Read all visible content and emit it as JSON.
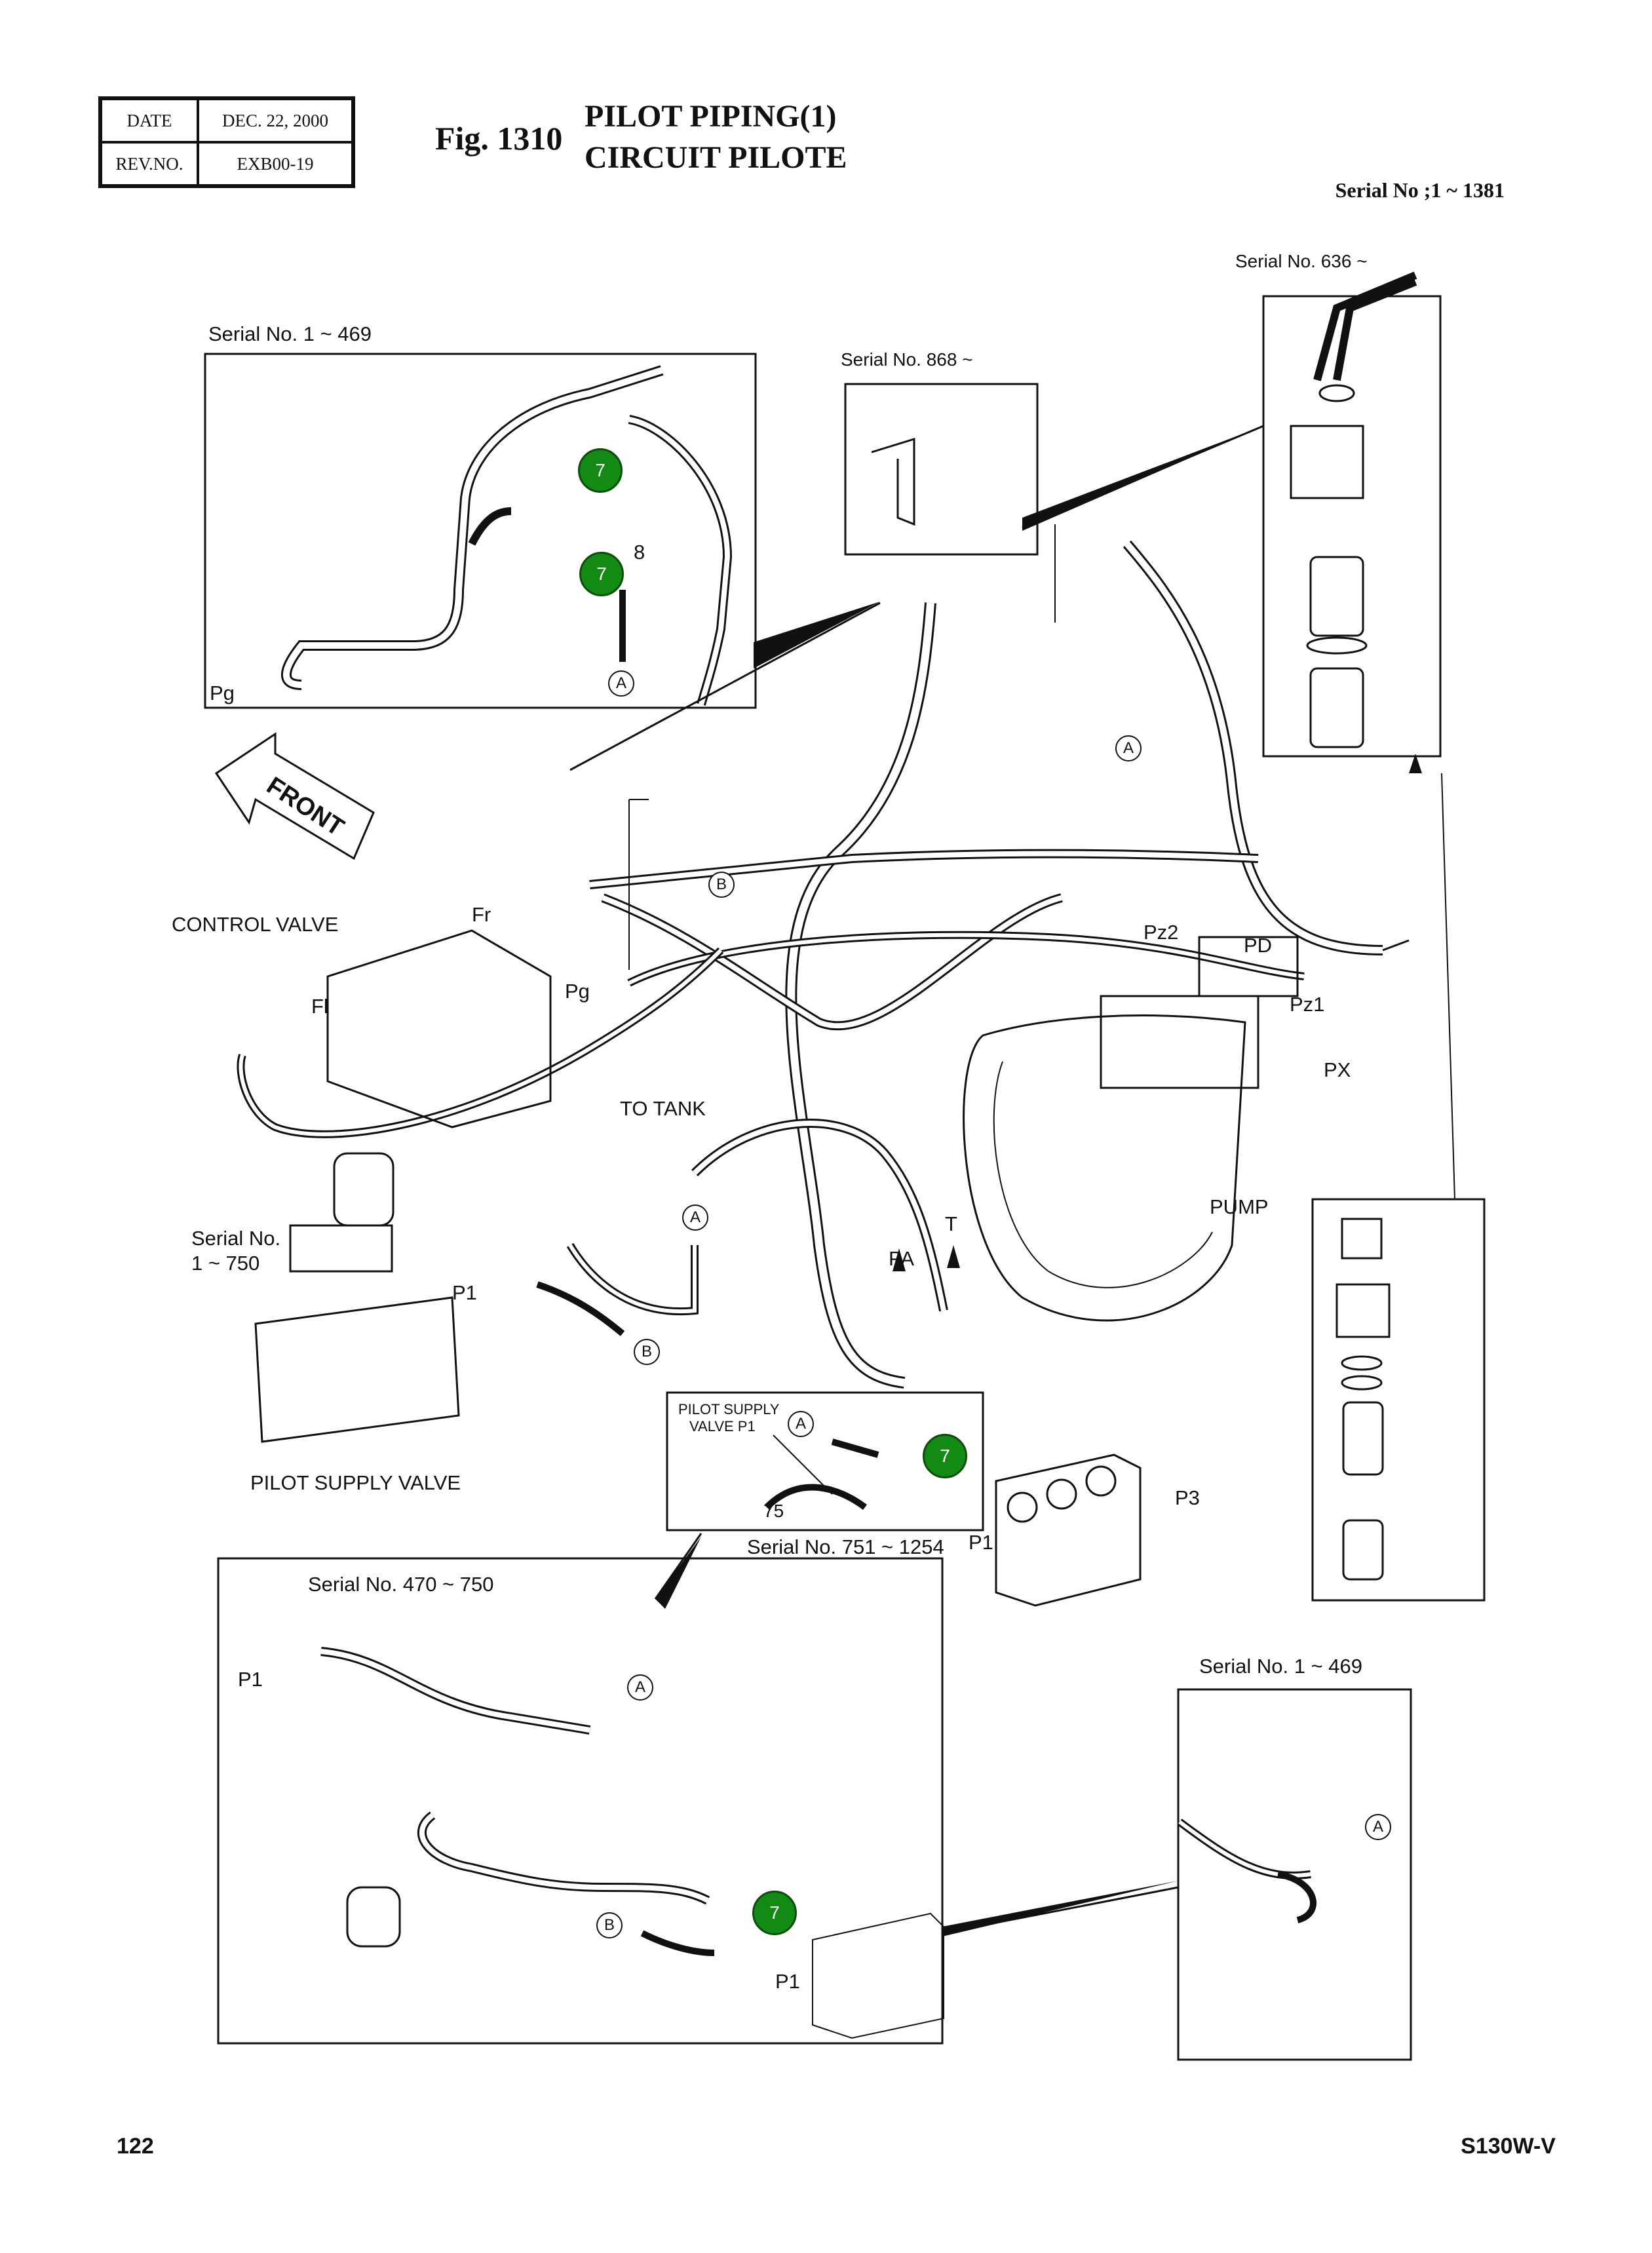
{
  "header": {
    "date_label": "DATE",
    "date_value": "DEC. 22, 2000",
    "rev_label": "REV.NO.",
    "rev_value": "EXB00-19",
    "fig_number": "Fig. 1310",
    "title_en": "PILOT PIPING(1)",
    "title_fr": "CIRCUIT PILOTE",
    "serial_range": "Serial No ;1 ~ 1381"
  },
  "labels": {
    "serial_1_469_top": "Serial No. 1 ~ 469",
    "serial_868": "Serial No. 868 ~",
    "serial_636": "Serial No. 636 ~",
    "front": "FRONT",
    "control_valve": "CONTROL VALVE",
    "fr": "Fr",
    "fl": "Fl",
    "pg_top": "Pg",
    "pg_mid": "Pg",
    "pz2": "Pz2",
    "pd": "PD",
    "pz1": "Pz1",
    "px": "PX",
    "to_tank": "TO  TANK",
    "pump": "PUMP",
    "pa": "PA",
    "t": "T",
    "serial_1_750": "Serial No.",
    "serial_1_750_range": "1 ~ 750",
    "p1_mid": "P1",
    "pilot_supply_valve": "PILOT SUPPLY VALVE",
    "inset_psv_line1": "PILOT SUPPLY",
    "inset_psv_line2": "VALVE  P1",
    "num_75": "75",
    "num_8": "8",
    "serial_751_1254": "Serial No. 751 ~ 1254",
    "p1_inset": "P1",
    "p3": "P3",
    "serial_470_750": "Serial No. 470 ~ 750",
    "p1_lower_a": "P1",
    "p1_lower_b": "P1",
    "serial_1_469_bottom": "Serial No.  1 ~ 469"
  },
  "refs": {
    "a": "A",
    "b": "B"
  },
  "callouts": {
    "seven": "7"
  },
  "colors": {
    "callout_fill": "#138a13",
    "line": "#111111"
  },
  "footer": {
    "page_number": "122",
    "model": "S130W-V"
  }
}
